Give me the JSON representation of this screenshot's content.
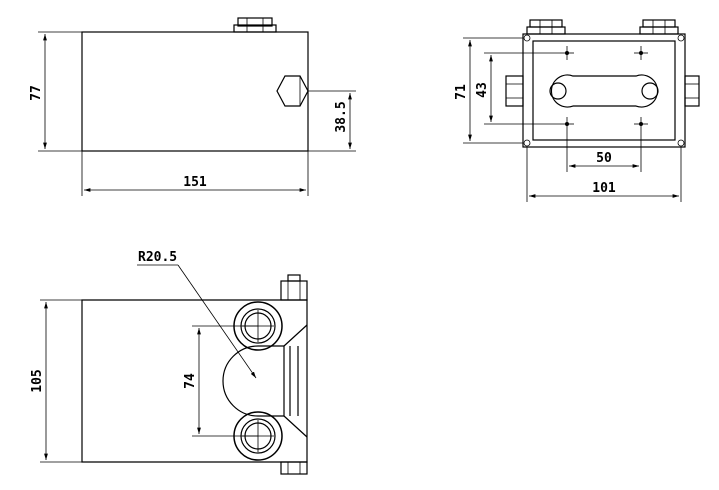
{
  "front_view": {
    "length": "151",
    "height": "77",
    "port_height": "38.5"
  },
  "side_view": {
    "height_outer": "71",
    "height_inner": "43",
    "hole_spacing": "50",
    "width": "101"
  },
  "top_view": {
    "depth": "105",
    "port_spacing": "74",
    "radius": "R20.5"
  }
}
